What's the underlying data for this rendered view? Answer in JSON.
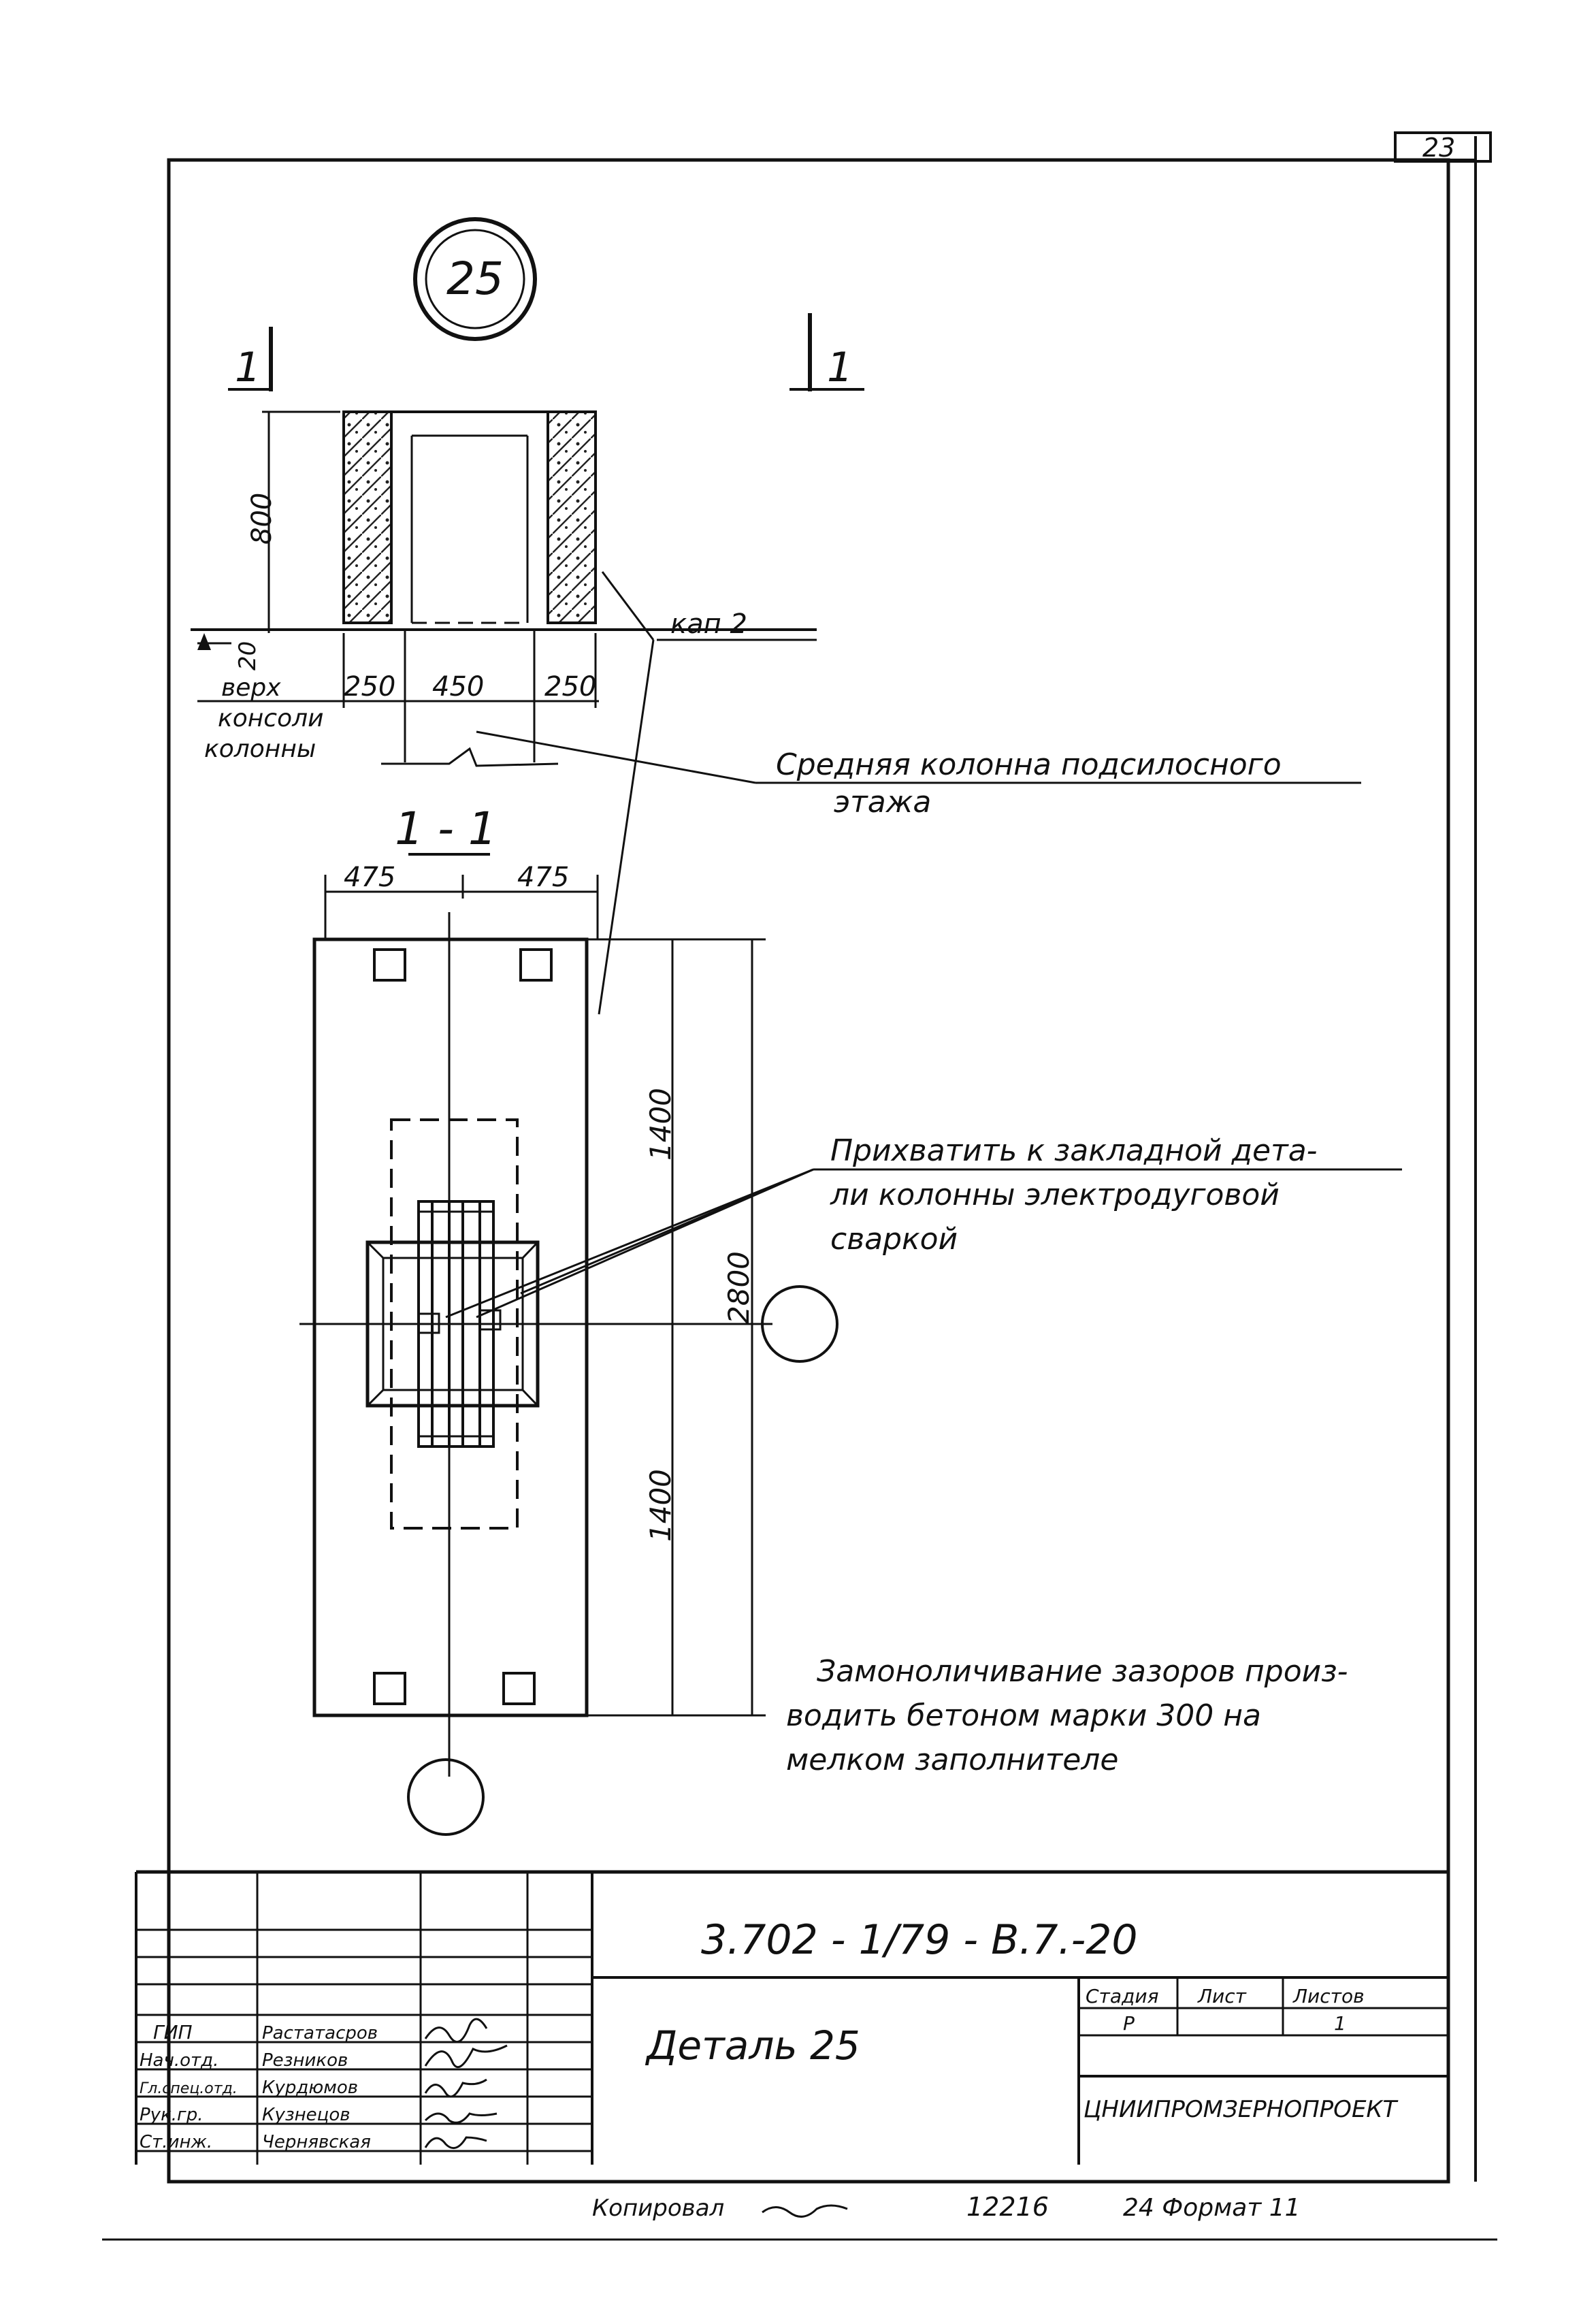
{
  "sheet": {
    "page_number": "23",
    "detail_bubble": "25",
    "copy_note": "Копировал",
    "copy_number": "12216",
    "format_label": "24 Формат 11"
  },
  "section": {
    "mark_left": "1",
    "mark_right": "1",
    "title": "1 - 1"
  },
  "dimensions": {
    "height_800": "800",
    "offset_20": "20",
    "w_250_left": "250",
    "w_450": "450",
    "w_250_right": "250",
    "w_475_left": "475",
    "w_475_right": "475",
    "h_1400_top": "1400",
    "h_2800": "2800",
    "h_1400_bottom": "1400"
  },
  "labels": {
    "top_console_l1": "верх",
    "top_console_l2": "консоли",
    "top_console_l3": "колонны",
    "kap": "кап 2",
    "column_l1": "Средняя колонна подсилосного",
    "column_l2": "этажа",
    "weld_l1": "Прихватить к закладной дета-",
    "weld_l2": "ли колонны электродуговой",
    "weld_l3": "сваркой",
    "grout_l1": "Замоноличивание зазоров произ-",
    "grout_l2": "водить бетоном марки 300 на",
    "grout_l3": "мелком заполнителе"
  },
  "title_block": {
    "doc_code": "3.702 - 1/79 - В.7.-20",
    "sheet_title": "Деталь 25",
    "stage_header": "Стадия",
    "sheet_header": "Лист",
    "sheets_header": "Листов",
    "stage_value": "Р",
    "sheets_value": "1",
    "org": "ЦНИИПРОМЗЕРНОПРОЕКТ",
    "roles": [
      "ГИП",
      "Нач.отд.",
      "Гл.спец.отд.",
      "Рук.гр.",
      "Ст.инж."
    ],
    "names": [
      "Растатасров",
      "Резников",
      "Курдюмов",
      "Кузнецов",
      "Чернявская"
    ]
  }
}
